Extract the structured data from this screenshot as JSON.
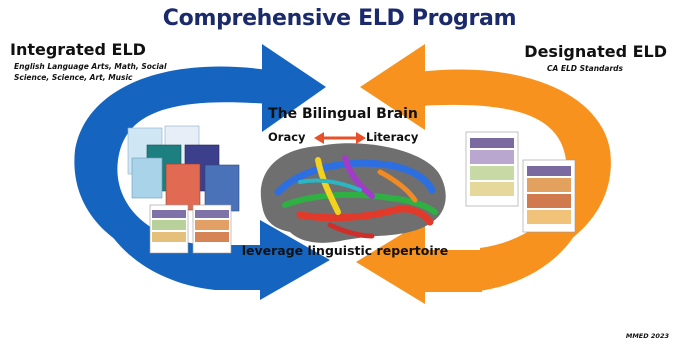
{
  "title": "Comprehensive ELD Program",
  "integrated": {
    "heading": "Integrated ELD",
    "subtext": "English Language Arts, Math, Social Science, Science, Art, Music"
  },
  "designated": {
    "heading": "Designated ELD",
    "subtext": "CA ELD Standards"
  },
  "center": {
    "title": "The Bilingual Brain",
    "oracy": "Oracy",
    "literacy": "Literacy",
    "caption": "leverage linguistic repertoire"
  },
  "credit": "MMED 2023",
  "colors": {
    "blue_arrow": "#1565c0",
    "orange_arrow": "#f7921e",
    "title": "#1b2a6b",
    "double_arrow": "#e8502a"
  },
  "icons": {
    "left_arrow": "curved-arrow-icon",
    "right_arrow": "curved-arrow-icon",
    "oracy_literacy_arrow": "double-arrow-icon"
  }
}
